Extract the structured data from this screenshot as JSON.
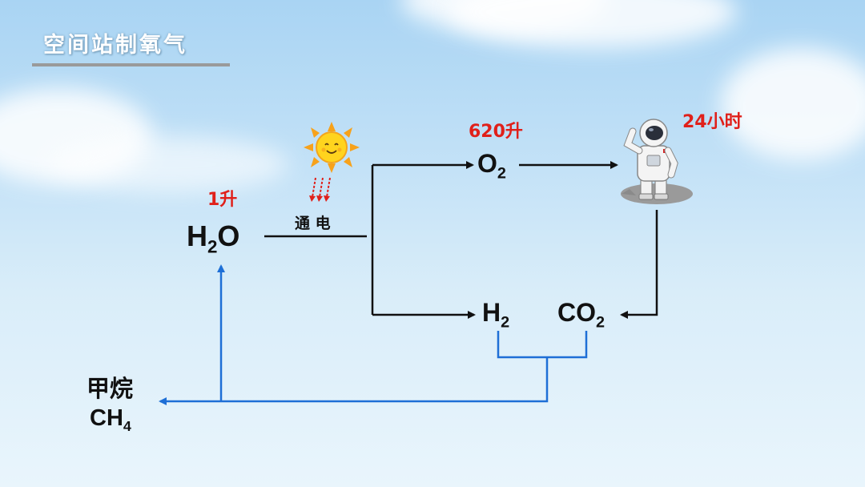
{
  "title": "空间站制氧气",
  "diagram": {
    "water": {
      "base": "H",
      "sub": "2",
      "rest": "O",
      "amount": "1升"
    },
    "electrolysis": {
      "label": "通 电"
    },
    "oxygen": {
      "base": "O",
      "sub": "2",
      "amount": "620升"
    },
    "astronaut": {
      "duration": "24小时"
    },
    "hydrogen": {
      "base": "H",
      "sub": "2"
    },
    "carbon_dioxide": {
      "base": "CO",
      "sub": "2"
    },
    "methane": {
      "name": "甲烷",
      "base": "CH",
      "sub": "4"
    }
  },
  "colors": {
    "black_arrows": "#111111",
    "blue_arrows": "#1e6fd6",
    "amount_red": "#e0201a"
  }
}
